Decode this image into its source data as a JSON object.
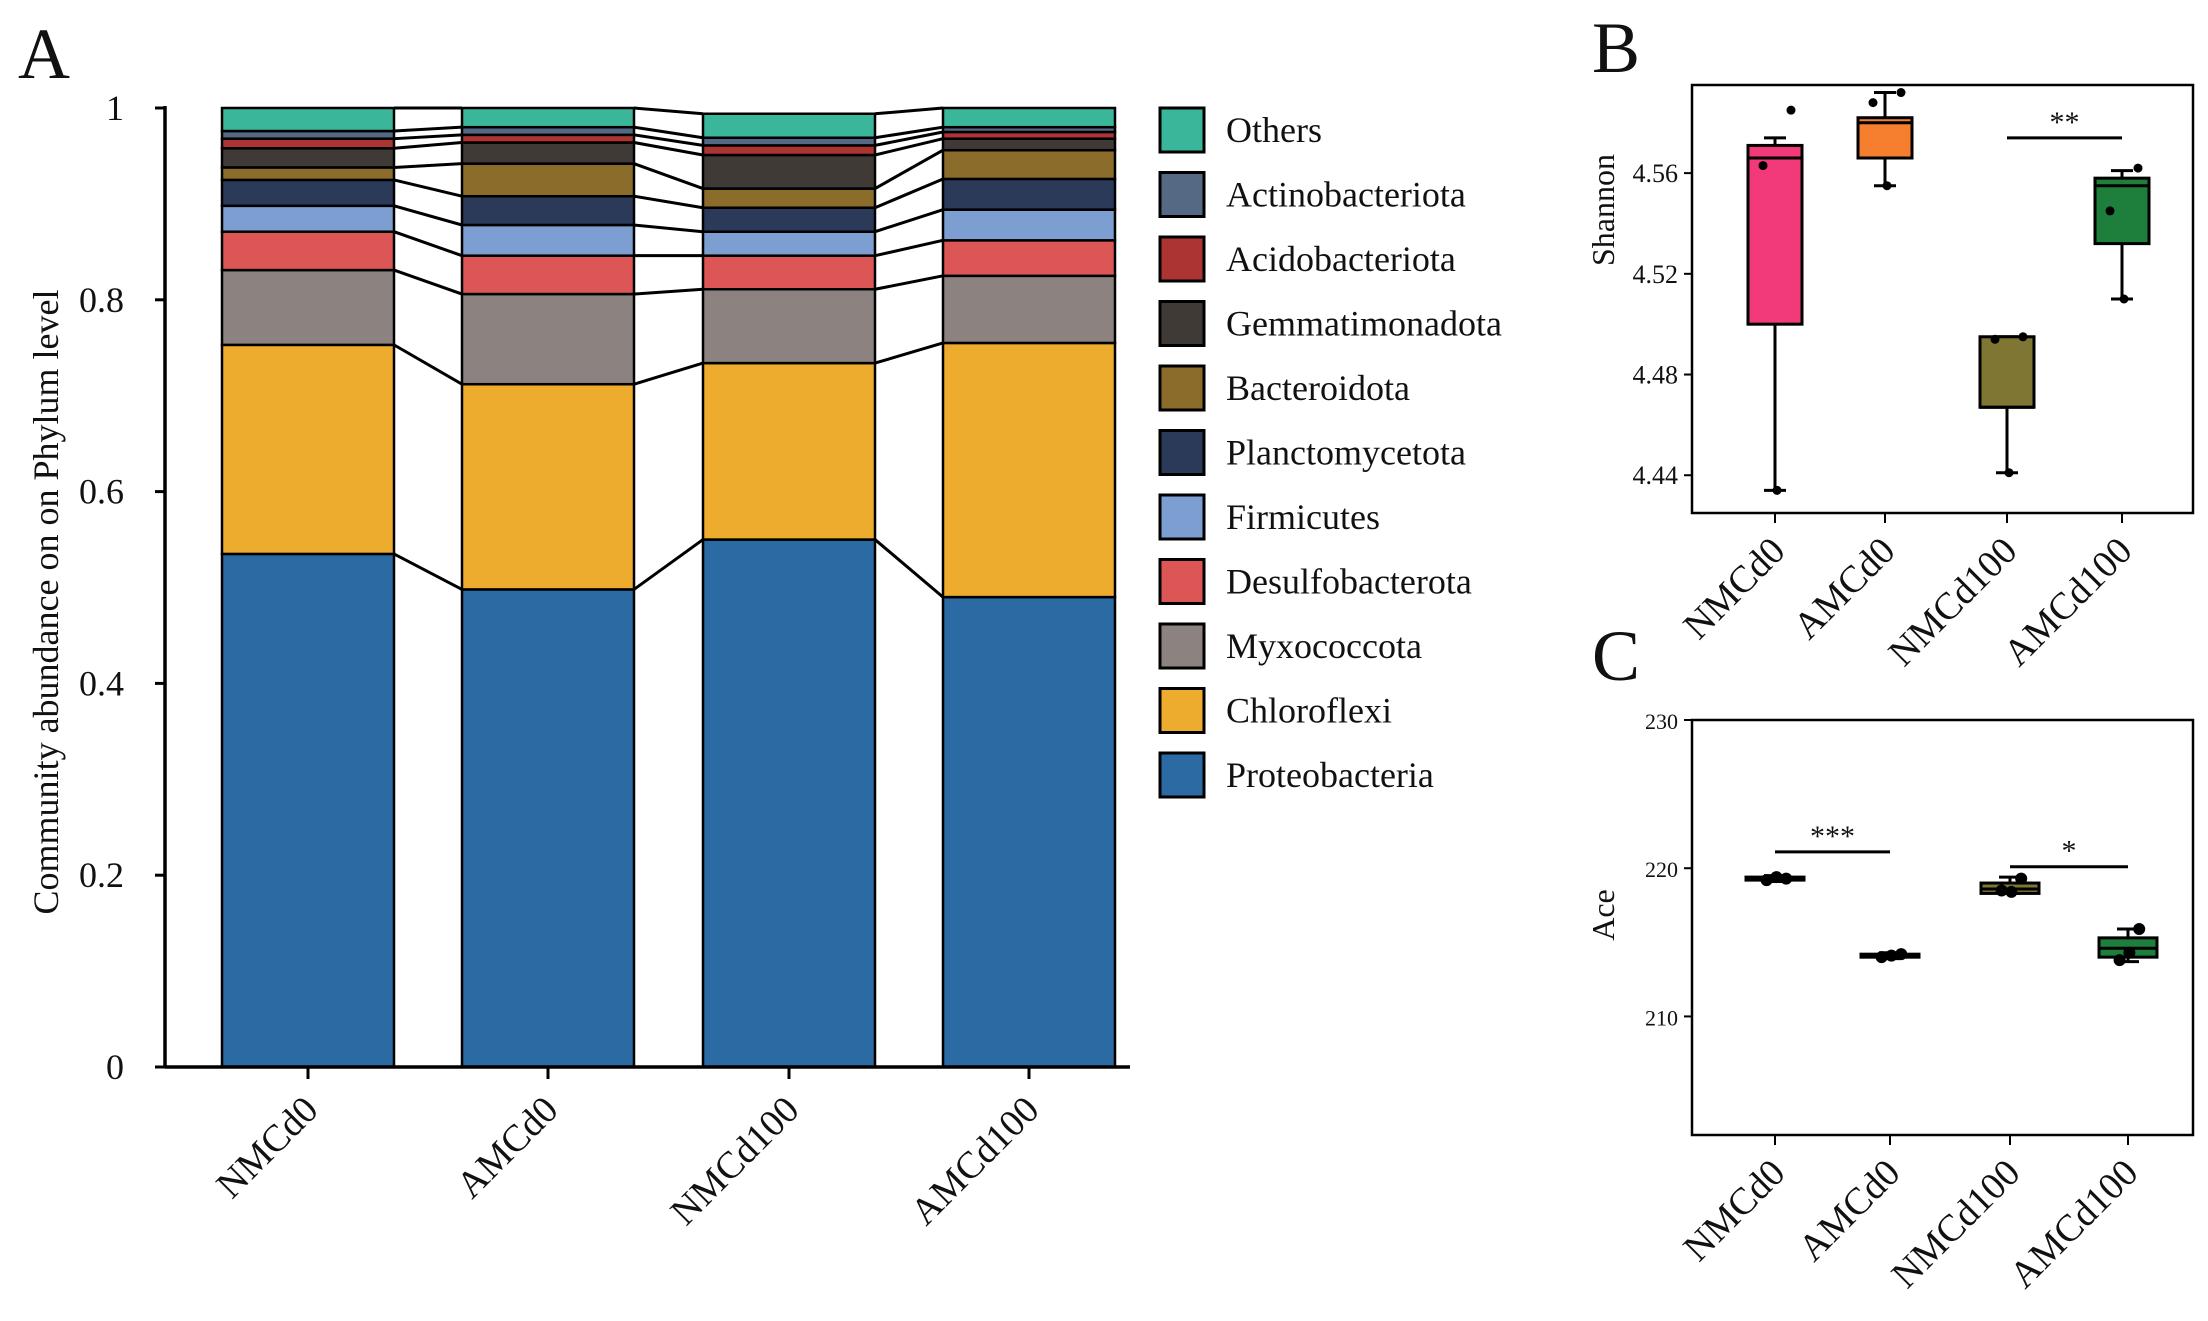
{
  "panels": {
    "a": "A",
    "b": "B",
    "c": "C"
  },
  "chart_data": [
    {
      "panel": "A",
      "type": "bar",
      "stacked": true,
      "ylabel": "Community abundance on  on Phylum level",
      "ylim": [
        0,
        1
      ],
      "yticks": [
        "0",
        "0.2",
        "0.4",
        "0.6",
        "0.8",
        "1"
      ],
      "categories": [
        "NMCd0",
        "AMCd0",
        "NMCd100",
        "AMCd100"
      ],
      "legend_position": "right",
      "series": [
        {
          "name": "Proteobacteria",
          "color": "#2b6aa3",
          "values": [
            0.535,
            0.498,
            0.55,
            0.49
          ]
        },
        {
          "name": "Chloroflexi",
          "color": "#eeac2e",
          "values": [
            0.218,
            0.214,
            0.184,
            0.265
          ]
        },
        {
          "name": "Myxococcota",
          "color": "#8c8381",
          "values": [
            0.078,
            0.094,
            0.077,
            0.07
          ]
        },
        {
          "name": "Desulfobacterota",
          "color": "#dc5656",
          "values": [
            0.04,
            0.04,
            0.035,
            0.037
          ]
        },
        {
          "name": "Firmicutes",
          "color": "#7d9ed1",
          "values": [
            0.027,
            0.032,
            0.025,
            0.032
          ]
        },
        {
          "name": "Planctomycetota",
          "color": "#2c3a59",
          "values": [
            0.027,
            0.03,
            0.025,
            0.032
          ]
        },
        {
          "name": "Bacteroidota",
          "color": "#8b6c2a",
          "values": [
            0.013,
            0.034,
            0.02,
            0.03
          ]
        },
        {
          "name": "Gemmatimonadota",
          "color": "#403a37",
          "values": [
            0.02,
            0.022,
            0.035,
            0.012
          ]
        },
        {
          "name": "Acidobacteriota",
          "color": "#ac3432",
          "values": [
            0.01,
            0.008,
            0.01,
            0.007
          ]
        },
        {
          "name": "Actinobacteriota",
          "color": "#556985",
          "values": [
            0.008,
            0.008,
            0.008,
            0.005
          ]
        },
        {
          "name": "Others",
          "color": "#3ab79b",
          "values": [
            0.024,
            0.02,
            0.025,
            0.02
          ]
        }
      ]
    },
    {
      "panel": "B",
      "type": "box",
      "ylabel": "Shannon",
      "ylim": [
        4.425,
        4.595
      ],
      "yticks": [
        "4.44",
        "4.48",
        "4.52",
        "4.56"
      ],
      "categories": [
        "NMCd0",
        "AMCd0",
        "NMCd100",
        "AMCd100"
      ],
      "boxes": [
        {
          "name": "NMCd0",
          "color": "#f23a7a",
          "min": 4.434,
          "q1": 4.5,
          "median": 4.566,
          "q3": 4.571,
          "max": 4.574,
          "points": [
            4.585,
            4.563,
            4.434
          ]
        },
        {
          "name": "AMCd0",
          "color": "#f57e2f",
          "min": 4.555,
          "q1": 4.566,
          "median": 4.58,
          "q3": 4.582,
          "max": 4.592,
          "points": [
            4.592,
            4.588,
            4.555
          ]
        },
        {
          "name": "NMCd100",
          "color": "#7e7632",
          "min": 4.441,
          "q1": 4.467,
          "median": 4.467,
          "q3": 4.495,
          "max": 4.495,
          "points": [
            4.495,
            4.494,
            4.441
          ]
        },
        {
          "name": "AMCd100",
          "color": "#1e7f3c",
          "min": 4.51,
          "q1": 4.532,
          "median": 4.555,
          "q3": 4.558,
          "max": 4.561,
          "points": [
            4.562,
            4.545,
            4.51
          ]
        }
      ],
      "significance": [
        {
          "from": 2,
          "to": 3,
          "label": "**",
          "y": 4.574
        }
      ]
    },
    {
      "panel": "C",
      "type": "box",
      "ylabel": "Ace",
      "ylim": [
        202,
        230
      ],
      "yticks": [
        "210",
        "220",
        "230"
      ],
      "categories": [
        "NMCd0",
        "AMCd0",
        "NMCd100",
        "AMCd100"
      ],
      "boxes": [
        {
          "name": "NMCd0",
          "color": "#9a6a54",
          "min": 219.1,
          "q1": 219.2,
          "median": 219.3,
          "q3": 219.4,
          "max": 219.5,
          "points": [
            219.3,
            219.2,
            219.4
          ]
        },
        {
          "name": "AMCd0",
          "color": "#e8894e",
          "min": 213.9,
          "q1": 214.0,
          "median": 214.1,
          "q3": 214.2,
          "max": 214.3,
          "points": [
            214.2,
            214.0,
            214.1
          ]
        },
        {
          "name": "NMCd100",
          "color": "#7e7632",
          "min": 218.3,
          "q1": 218.3,
          "median": 218.6,
          "q3": 219.0,
          "max": 219.4,
          "points": [
            219.3,
            218.5,
            218.4
          ]
        },
        {
          "name": "AMCd100",
          "color": "#1e7f3c",
          "min": 213.7,
          "q1": 214.0,
          "median": 214.6,
          "q3": 215.3,
          "max": 215.9,
          "points": [
            215.9,
            213.8,
            214.3
          ]
        }
      ],
      "significance": [
        {
          "from": 0,
          "to": 1,
          "label": "***",
          "y": 221.1
        },
        {
          "from": 2,
          "to": 3,
          "label": "*",
          "y": 220.1
        }
      ]
    }
  ]
}
